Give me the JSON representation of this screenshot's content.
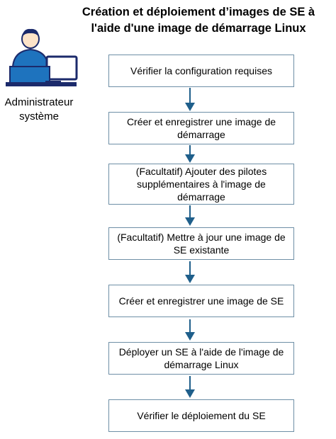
{
  "title": {
    "line1": "Création et déploiement d’images de SE à",
    "line2": "l'aide d'une image de démarrage Linux"
  },
  "role": {
    "icon": "administrator-computer-icon",
    "label_line1": "Administrateur",
    "label_line2": "système"
  },
  "steps": [
    {
      "label": "Vérifier la configuration requises"
    },
    {
      "label": "Créer et enregistrer une image de démarrage"
    },
    {
      "label": "(Facultatif) Ajouter des pilotes supplémentaires à l'image de démarrage"
    },
    {
      "label": "(Facultatif) Mettre à jour une image de SE existante"
    },
    {
      "label": "Créer et enregistrer une image de SE"
    },
    {
      "label": "Déployer un SE à l'aide de l'image de démarrage Linux"
    },
    {
      "label": "Vérifier le déploiement du SE"
    }
  ],
  "colors": {
    "box_border": "#6e8fa6",
    "arrow": "#1f5f8b",
    "icon_blue": "#1e73be",
    "icon_dark": "#1b2a6b"
  }
}
